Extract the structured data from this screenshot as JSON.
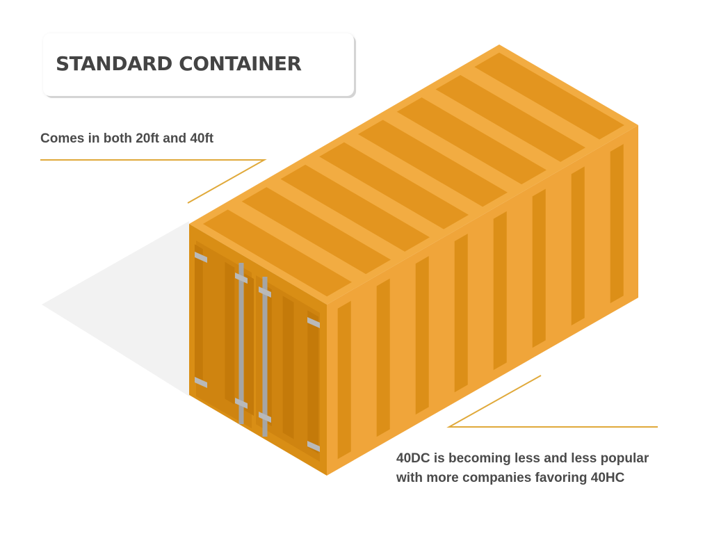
{
  "title": "STANDARD CONTAINER",
  "note_top": "Comes in both 20ft and 40ft",
  "note_bottom": {
    "line1": "40DC is becoming less and less popular",
    "line2": "with more companies favoring 40HC"
  },
  "colors": {
    "accent_line": "#e0a93a",
    "container_top": "#f2ac42",
    "container_top_rib": "#e3951f",
    "container_side": "#f0a53a",
    "container_side_rib": "#dc8f18",
    "container_door": "#d98e15",
    "container_door_dark": "#c47a0a",
    "shadow": "#f2f2f2",
    "hardware": "#b9b9b9",
    "text": "#4a4a4a"
  }
}
